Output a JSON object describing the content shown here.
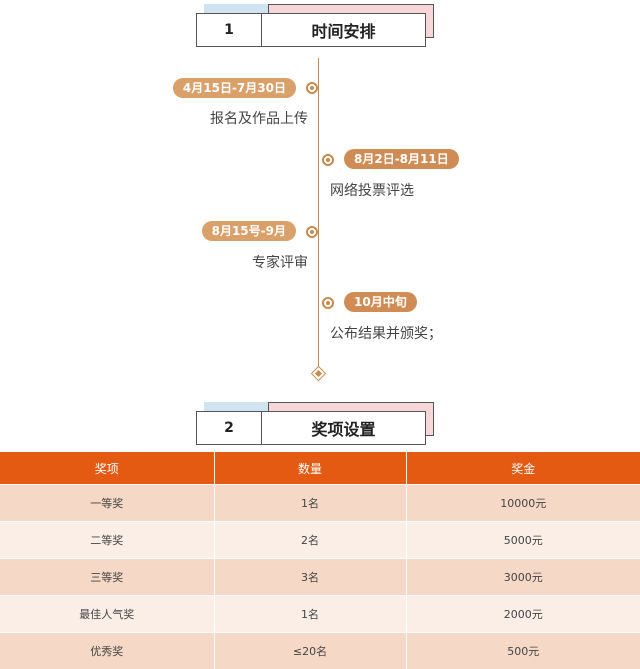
{
  "section1": {
    "number": "1",
    "title": "时间安排"
  },
  "timeline": [
    {
      "date": "4月15日-7月30日",
      "text": "报名及作品上传"
    },
    {
      "date": "8月2日-8月11日",
      "text": "网络投票评选"
    },
    {
      "date": "8月15号-9月",
      "text": "专家评审"
    },
    {
      "date": "10月中旬",
      "text": "公布结果并颁奖；"
    }
  ],
  "section2": {
    "number": "2",
    "title": "奖项设置"
  },
  "table": {
    "headers": [
      "奖项",
      "数量",
      "奖金"
    ],
    "rows": [
      [
        "一等奖",
        "1名",
        "10000元"
      ],
      [
        "二等奖",
        "2名",
        "5000元"
      ],
      [
        "三等奖",
        "3名",
        "3000元"
      ],
      [
        "最佳人气奖",
        "1名",
        "2000元"
      ],
      [
        "优秀奖",
        "≤20名",
        "500元"
      ]
    ]
  },
  "colors": {
    "accent": "#e55a12",
    "timeline": "#c8894e",
    "pill": "#d9a06a",
    "row_odd": "#f6d8c6",
    "row_even": "#fbeee6"
  }
}
